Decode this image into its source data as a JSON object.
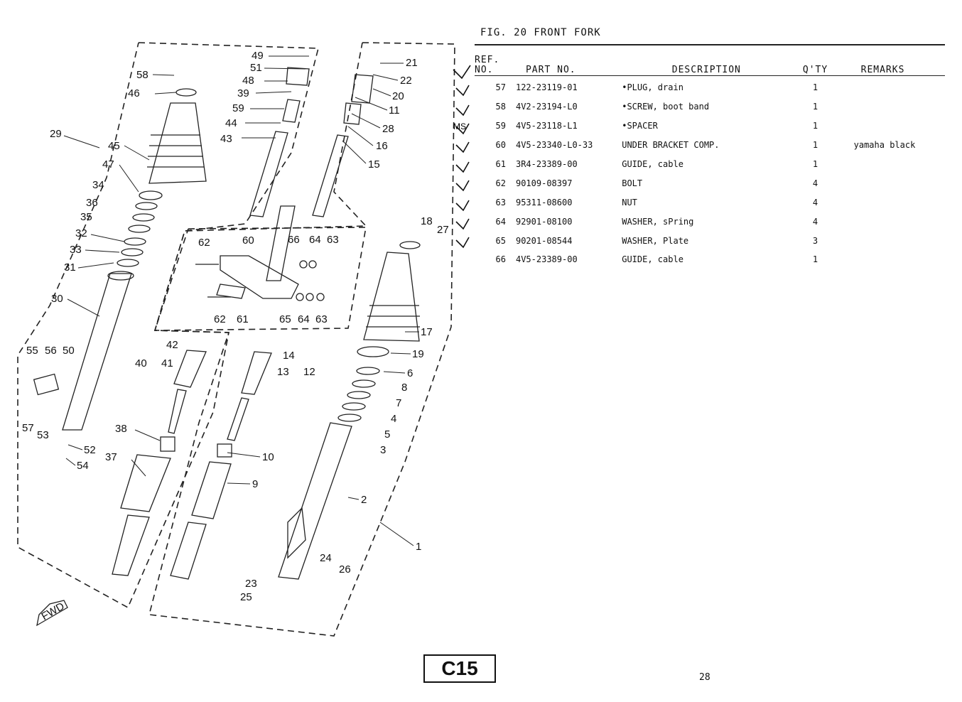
{
  "figure": {
    "title": "FIG. 20  FRONT FORK"
  },
  "table": {
    "headers": {
      "ref_line1": "REF.",
      "ref_line2": "NO.",
      "part": "PART NO.",
      "desc": "DESCRIPTION",
      "qty": "Q'TY",
      "remarks": "REMARKS"
    },
    "rows": [
      {
        "ref": "57",
        "part": "122-23119-01",
        "desc": "•PLUG, drain",
        "qty": "1",
        "remarks": ""
      },
      {
        "ref": "58",
        "part": "4V2-23194-L0",
        "desc": "•SCREW, boot band",
        "qty": "1",
        "remarks": ""
      },
      {
        "ref": "59",
        "part": "4V5-23118-L1",
        "desc": "•SPACER",
        "qty": "1",
        "remarks": ""
      },
      {
        "ref": "60",
        "part": "4V5-23340-L0-33",
        "desc": "UNDER BRACKET COMP.",
        "qty": "1",
        "remarks": "yamaha black"
      },
      {
        "ref": "61",
        "part": "3R4-23389-00",
        "desc": "GUIDE, cable",
        "qty": "1",
        "remarks": ""
      },
      {
        "ref": "62",
        "part": "90109-08397",
        "desc": "BOLT",
        "qty": "4",
        "remarks": ""
      },
      {
        "ref": "63",
        "part": "95311-08600",
        "desc": "NUT",
        "qty": "4",
        "remarks": ""
      },
      {
        "ref": "64",
        "part": "92901-08100",
        "desc": "WASHER, sPring",
        "qty": "4",
        "remarks": ""
      },
      {
        "ref": "65",
        "part": "90201-08544",
        "desc": "WASHER, Plate",
        "qty": "3",
        "remarks": ""
      },
      {
        "ref": "66",
        "part": "4V5-23389-00",
        "desc": "GUIDE, cable",
        "qty": "1",
        "remarks": ""
      }
    ]
  },
  "handwritten_note": "MS",
  "diagram": {
    "callouts": [
      "1",
      "2",
      "3",
      "4",
      "5",
      "6",
      "7",
      "8",
      "9",
      "10",
      "11",
      "12",
      "13",
      "14",
      "15",
      "16",
      "17",
      "18",
      "19",
      "20",
      "21",
      "22",
      "23",
      "24",
      "25",
      "26",
      "27",
      "28",
      "29",
      "30",
      "31",
      "32",
      "33",
      "34",
      "35",
      "36",
      "37",
      "38",
      "39",
      "40",
      "41",
      "42",
      "43",
      "44",
      "45",
      "46",
      "47",
      "48",
      "49",
      "50",
      "51",
      "52",
      "53",
      "54",
      "55",
      "56",
      "57",
      "58",
      "59",
      "60",
      "61",
      "62",
      "62",
      "63",
      "63",
      "64",
      "64",
      "65",
      "66"
    ],
    "fwd_mark": "FWD"
  },
  "footer": {
    "page_code": "C15",
    "page_number": "28"
  }
}
